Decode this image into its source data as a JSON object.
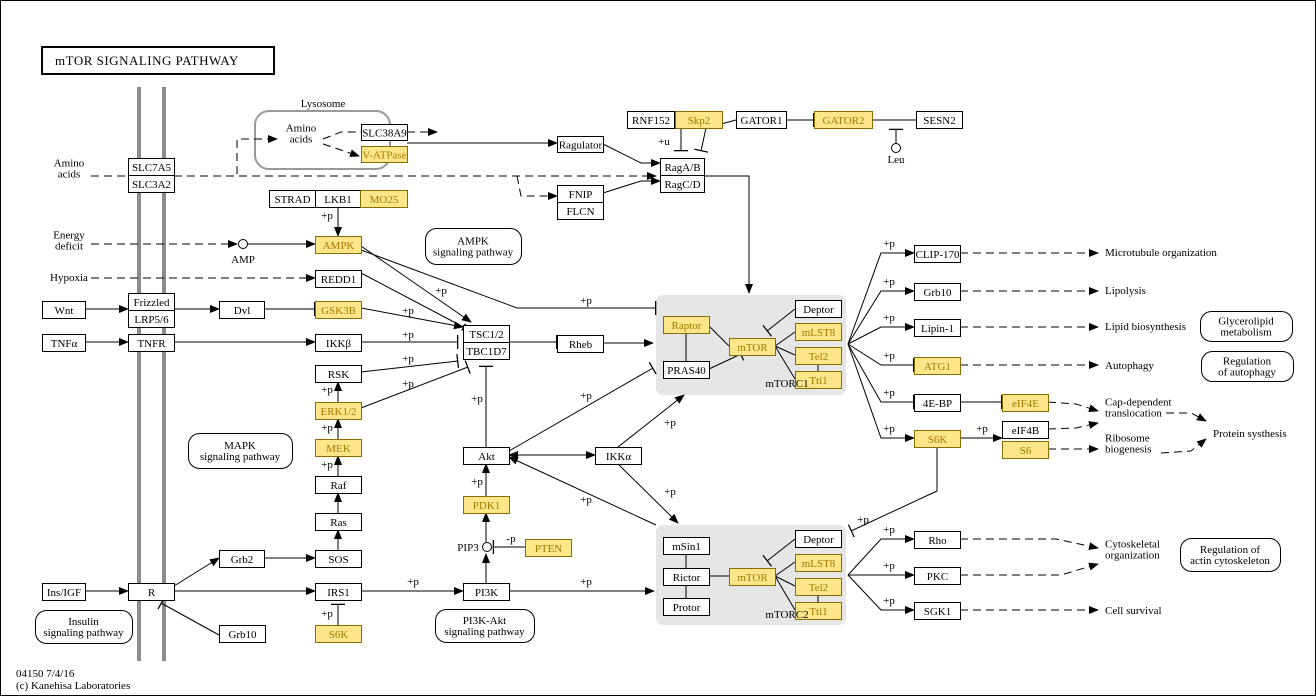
{
  "title": "mTOR SIGNALING PATHWAY",
  "footer": {
    "code": "04150 7/4/16",
    "copyright": "(c) Kanehisa Laboratories"
  },
  "colors": {
    "highlight_fill": "#fde68a",
    "highlight_text": "#a07a00",
    "highlight_border": "#8a6d00",
    "node_border": "#000000",
    "complex_bg": "#e6e6e6",
    "membrane": "#8c8c8c",
    "compartment_border": "#999999"
  },
  "compartment": {
    "label": "Lysosome"
  },
  "complexes": [
    {
      "id": "mTORC1",
      "label": "mTORC1"
    },
    {
      "id": "mTORC2",
      "label": "mTORC2"
    }
  ],
  "nodes": [
    {
      "id": "SLC7A5",
      "label": "SLC7A5",
      "hl": false
    },
    {
      "id": "SLC3A2",
      "label": "SLC3A2",
      "hl": false
    },
    {
      "id": "SLC38A9",
      "label": "SLC38A9",
      "hl": false
    },
    {
      "id": "VATPase",
      "label": "V-ATPase",
      "hl": true
    },
    {
      "id": "Regulator",
      "label": "Ragulator",
      "hl": false
    },
    {
      "id": "RNF152",
      "label": "RNF152",
      "hl": false
    },
    {
      "id": "Skp2",
      "label": "Skp2",
      "hl": true
    },
    {
      "id": "GATOR1",
      "label": "GATOR1",
      "hl": false
    },
    {
      "id": "GATOR2",
      "label": "GATOR2",
      "hl": true
    },
    {
      "id": "SESN2",
      "label": "SESN2",
      "hl": false
    },
    {
      "id": "RagAB",
      "label": "RagA/B",
      "hl": false
    },
    {
      "id": "RagCD",
      "label": "RagC/D",
      "hl": false
    },
    {
      "id": "FNIP",
      "label": "FNIP",
      "hl": false
    },
    {
      "id": "FLCN",
      "label": "FLCN",
      "hl": false
    },
    {
      "id": "STRAD",
      "label": "STRAD",
      "hl": false
    },
    {
      "id": "LKB1",
      "label": "LKB1",
      "hl": false
    },
    {
      "id": "MO25",
      "label": "MO25",
      "hl": true
    },
    {
      "id": "AMPK",
      "label": "AMPK",
      "hl": true
    },
    {
      "id": "REDD1",
      "label": "REDD1",
      "hl": false
    },
    {
      "id": "Wnt",
      "label": "Wnt",
      "hl": false
    },
    {
      "id": "Frizzled",
      "label": "Frizzled",
      "hl": false
    },
    {
      "id": "LRP56",
      "label": "LRP5/6",
      "hl": false
    },
    {
      "id": "Dvl",
      "label": "Dvl",
      "hl": false
    },
    {
      "id": "GSK3B",
      "label": "GSK3B",
      "hl": true
    },
    {
      "id": "TNFa",
      "label": "TNFα",
      "hl": false
    },
    {
      "id": "TNFR",
      "label": "TNFR",
      "hl": false
    },
    {
      "id": "IKKb",
      "label": "IKKβ",
      "hl": false
    },
    {
      "id": "RSK",
      "label": "RSK",
      "hl": false
    },
    {
      "id": "ERK12",
      "label": "ERK1/2",
      "hl": true
    },
    {
      "id": "MEK",
      "label": "MEK",
      "hl": true
    },
    {
      "id": "Raf",
      "label": "Raf",
      "hl": false
    },
    {
      "id": "Ras",
      "label": "Ras",
      "hl": false
    },
    {
      "id": "SOS",
      "label": "SOS",
      "hl": false
    },
    {
      "id": "Grb2",
      "label": "Grb2",
      "hl": false
    },
    {
      "id": "InsIGF",
      "label": "Ins/IGF",
      "hl": false
    },
    {
      "id": "R",
      "label": "R",
      "hl": false
    },
    {
      "id": "Grb10a",
      "label": "Grb10",
      "hl": false
    },
    {
      "id": "IRS1",
      "label": "IRS1",
      "hl": false
    },
    {
      "id": "S6Ka",
      "label": "S6K",
      "hl": true
    },
    {
      "id": "PI3K",
      "label": "PI3K",
      "hl": false
    },
    {
      "id": "PDK1",
      "label": "PDK1",
      "hl": true
    },
    {
      "id": "PTEN",
      "label": "PTEN",
      "hl": true
    },
    {
      "id": "Akt",
      "label": "Akt",
      "hl": false
    },
    {
      "id": "IKKa",
      "label": "IKKα",
      "hl": false
    },
    {
      "id": "TSC12",
      "label": "TSC1/2",
      "hl": false
    },
    {
      "id": "TBC1D7",
      "label": "TBC1D7",
      "hl": false
    },
    {
      "id": "Rheb",
      "label": "Rheb",
      "hl": false
    },
    {
      "id": "Raptor",
      "label": "Raptor",
      "hl": true
    },
    {
      "id": "PRAS40",
      "label": "PRAS40",
      "hl": false
    },
    {
      "id": "mTOR1",
      "label": "mTOR",
      "hl": true
    },
    {
      "id": "Deptor1",
      "label": "Deptor",
      "hl": false
    },
    {
      "id": "mLST81",
      "label": "mLST8",
      "hl": true
    },
    {
      "id": "Tel21",
      "label": "Tel2",
      "hl": true
    },
    {
      "id": "Tti11",
      "label": "Tti1",
      "hl": true
    },
    {
      "id": "mSin1",
      "label": "mSin1",
      "hl": false
    },
    {
      "id": "Rictor",
      "label": "Rictor",
      "hl": false
    },
    {
      "id": "Protor",
      "label": "Protor",
      "hl": false
    },
    {
      "id": "mTOR2",
      "label": "mTOR",
      "hl": true
    },
    {
      "id": "Deptor2",
      "label": "Deptor",
      "hl": false
    },
    {
      "id": "mLST82",
      "label": "mLST8",
      "hl": true
    },
    {
      "id": "Tel22",
      "label": "Tel2",
      "hl": true
    },
    {
      "id": "Tti12",
      "label": "Tti1",
      "hl": true
    },
    {
      "id": "CLIP170",
      "label": "CLIP-170",
      "hl": false
    },
    {
      "id": "Grb10b",
      "label": "Grb10",
      "hl": false
    },
    {
      "id": "Lipin1",
      "label": "Lipin-1",
      "hl": false
    },
    {
      "id": "ATG1",
      "label": "ATG1",
      "hl": true
    },
    {
      "id": "4EBP",
      "label": "4E-BP",
      "hl": false
    },
    {
      "id": "eIF4E",
      "label": "eIF4E",
      "hl": true
    },
    {
      "id": "S6Kb",
      "label": "S6K",
      "hl": true
    },
    {
      "id": "eIF4B",
      "label": "eIF4B",
      "hl": false
    },
    {
      "id": "S6",
      "label": "S6",
      "hl": true
    },
    {
      "id": "Rho",
      "label": "Rho",
      "hl": false
    },
    {
      "id": "PKC",
      "label": "PKC",
      "hl": false
    },
    {
      "id": "SGK1",
      "label": "SGK1",
      "hl": false
    }
  ],
  "pathway_links": [
    {
      "id": "ampk_path",
      "lines": [
        "AMPK",
        "signaling pathway"
      ]
    },
    {
      "id": "mapk_path",
      "lines": [
        "MAPK",
        "signaling pathway"
      ]
    },
    {
      "id": "insulin_path",
      "lines": [
        "Insulin",
        "signaling pathway"
      ]
    },
    {
      "id": "pi3k_path",
      "lines": [
        "PI3K-Akt",
        "signaling pathway"
      ]
    },
    {
      "id": "glycero_path",
      "lines": [
        "Glycerolipid",
        "metabolism"
      ]
    },
    {
      "id": "autophagy_path",
      "lines": [
        "Regulation",
        "of autophagy"
      ]
    },
    {
      "id": "actin_path",
      "lines": [
        "Regulation of",
        "actin cytoskeleton"
      ]
    }
  ],
  "labels": [
    {
      "id": "amino_out",
      "lines": [
        "Amino",
        "acids"
      ]
    },
    {
      "id": "amino_in",
      "lines": [
        "Amino",
        "acids"
      ]
    },
    {
      "id": "energy",
      "lines": [
        "Energy",
        "deficit"
      ]
    },
    {
      "id": "hypoxia",
      "lines": [
        "Hypoxia"
      ]
    },
    {
      "id": "amp",
      "lines": [
        "AMP"
      ]
    },
    {
      "id": "leu",
      "lines": [
        "Leu"
      ]
    },
    {
      "id": "pip3",
      "lines": [
        "PIP3"
      ]
    },
    {
      "id": "microtubule",
      "lines": [
        "Microtubule organization"
      ]
    },
    {
      "id": "lipolysis",
      "lines": [
        "Lipolysis"
      ]
    },
    {
      "id": "lipid",
      "lines": [
        "Lipid biosynthesis"
      ]
    },
    {
      "id": "autophagy",
      "lines": [
        "Autophagy"
      ]
    },
    {
      "id": "capdep",
      "lines": [
        "Cap-dependent",
        "translocation"
      ]
    },
    {
      "id": "ribosome",
      "lines": [
        "Ribosome",
        "biogenesis"
      ]
    },
    {
      "id": "protein",
      "lines": [
        "Protein systhesis"
      ]
    },
    {
      "id": "cyto",
      "lines": [
        "Cytoskeletal",
        "organization"
      ]
    },
    {
      "id": "survival",
      "lines": [
        "Cell  survival"
      ]
    }
  ],
  "edge_labels": {
    "plus_p": "+p",
    "minus_p": "-p",
    "plus_u": "+u"
  }
}
